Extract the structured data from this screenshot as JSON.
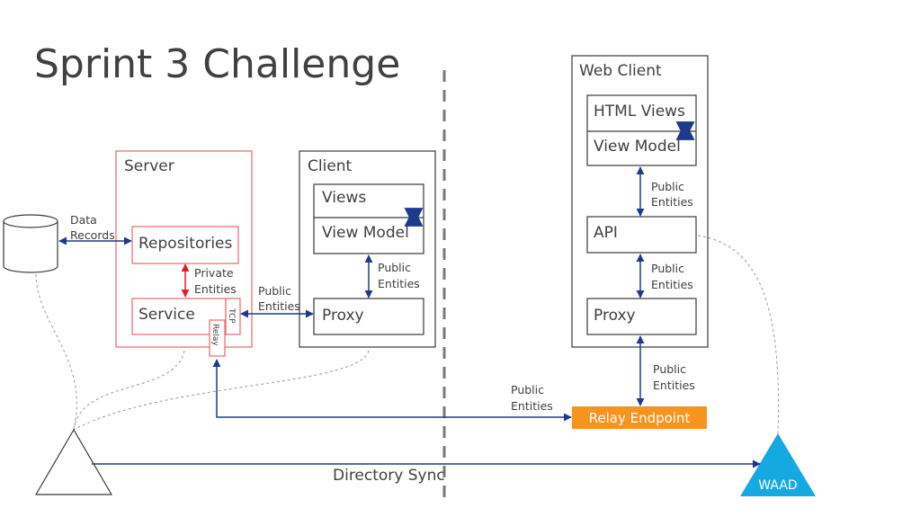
{
  "title": "Sprint 3 Challenge",
  "server": {
    "label": "Server",
    "repositories": "Repositories",
    "service": "Service",
    "tcp": "TCP",
    "relay": "Relay"
  },
  "client": {
    "label": "Client",
    "views": "Views",
    "view_model": "View Model",
    "proxy": "Proxy"
  },
  "web_client": {
    "label": "Web Client",
    "html_views": "HTML Views",
    "view_model": "View Model",
    "api": "API",
    "proxy": "Proxy"
  },
  "relay_endpoint": "Relay Endpoint",
  "waad": "WAAD",
  "directory_sync": "Directory Sync",
  "edge_labels": {
    "data": "Data",
    "records": "Records",
    "private": "Private",
    "public": "Public",
    "entities": "Entities"
  },
  "colors": {
    "server_border": "#e8686a",
    "box_border": "#3a3a3a",
    "arrow_blue": "#1f3a8a",
    "arrow_red": "#e02020",
    "relay_orange": "#f7941d",
    "waad_blue": "#15a9e1",
    "text": "#404040"
  }
}
